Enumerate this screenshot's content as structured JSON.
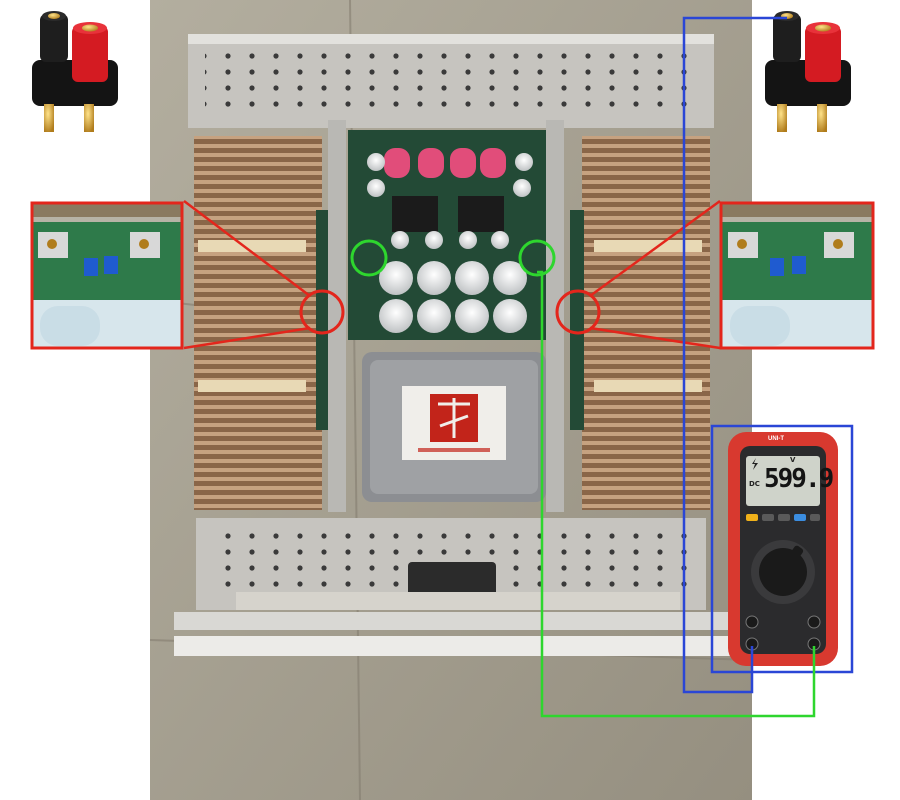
{
  "multimeter": {
    "display_value": "599.9",
    "unit": "V",
    "mode": "DC",
    "brand": "UNI-T"
  },
  "colors": {
    "background": "#ffffff",
    "floor": "#a5a092",
    "chassis": "#c9c8c4",
    "heatsink": "#a07a58",
    "pcb": "#234a36",
    "transformer": "#8c8e92",
    "logo_red": "#c2241a",
    "meter_body": "#d8392f",
    "meter_face": "#2b2b2d",
    "lcd": "#cfd3ca",
    "red_callout": "#e3261c",
    "blue_wire": "#2a46d6",
    "green_wire": "#2ed62e",
    "terminal_red": "#d41b22",
    "terminal_black": "#141414",
    "brass": "#d9a83c"
  },
  "icons": {
    "terminal": "binding-post-terminal-icon",
    "lightning": "lightning-icon",
    "probe_jack": "probe-jack-icon"
  }
}
